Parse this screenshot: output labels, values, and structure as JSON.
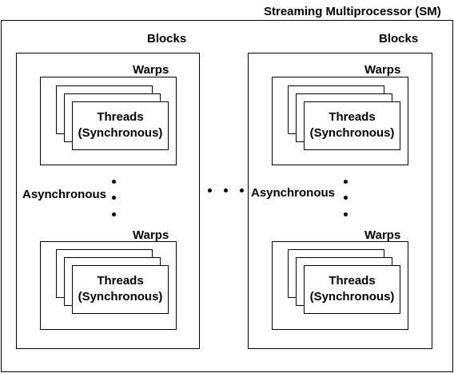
{
  "sm": {
    "title": "Streaming Multiprocessor (SM)"
  },
  "blocks": [
    {
      "label": "Blocks",
      "warps": [
        {
          "label": "Warps",
          "threads": {
            "line1": "Threads",
            "line2": "(Synchronous)"
          }
        },
        {
          "label": "Warps",
          "threads": {
            "line1": "Threads",
            "line2": "(Synchronous)"
          }
        }
      ],
      "between_label": "Asynchronous"
    },
    {
      "label": "Blocks",
      "warps": [
        {
          "label": "Warps",
          "threads": {
            "line1": "Threads",
            "line2": "(Synchronous)"
          }
        },
        {
          "label": "Warps",
          "threads": {
            "line1": "Threads",
            "line2": "(Synchronous)"
          }
        }
      ],
      "between_label": "Asynchronous"
    }
  ]
}
